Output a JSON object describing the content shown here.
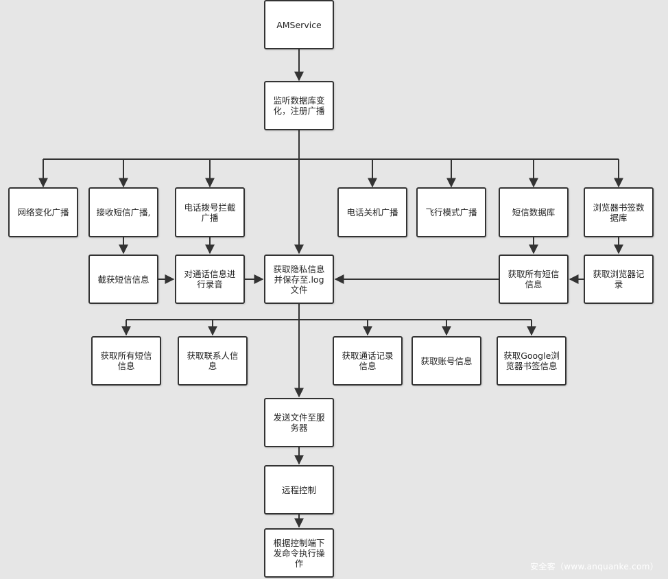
{
  "diagram": {
    "nodes": {
      "amservice": "AMService",
      "monitor_db": "监听数据库变化，注册广播",
      "network_change": "网络变化广播",
      "sms_receive": "接收短信广播,",
      "call_intercept": "电话拨号拦截广播",
      "shutdown": "电话关机广播",
      "airplane": "飞行模式广播",
      "sms_db": "短信数据库",
      "bookmark_db": "浏览器书签数据库",
      "intercept_sms": "截获短信信息",
      "record_call": "对通话信息进行录音",
      "get_private": "获取隐私信息并保存至.log文件",
      "get_all_sms_r": "获取所有短信信息",
      "get_browser_rec": "获取浏览器记录",
      "get_all_sms_b": "获取所有短信信息",
      "get_contacts": "获取联系人信息",
      "get_call_log": "获取通话记录信息",
      "get_account": "获取账号信息",
      "get_google_bm": "获取Google浏览器书签信息",
      "send_file": "发送文件至服务器",
      "remote_control": "远程控制",
      "execute": "根据控制端下发命令执行操作"
    }
  },
  "watermark": "安全客（www.anquanke.com）",
  "colors": {
    "background": "#e6e6e6",
    "node_fill": "#ffffff",
    "line": "#333333",
    "watermark": "#ffffff"
  }
}
